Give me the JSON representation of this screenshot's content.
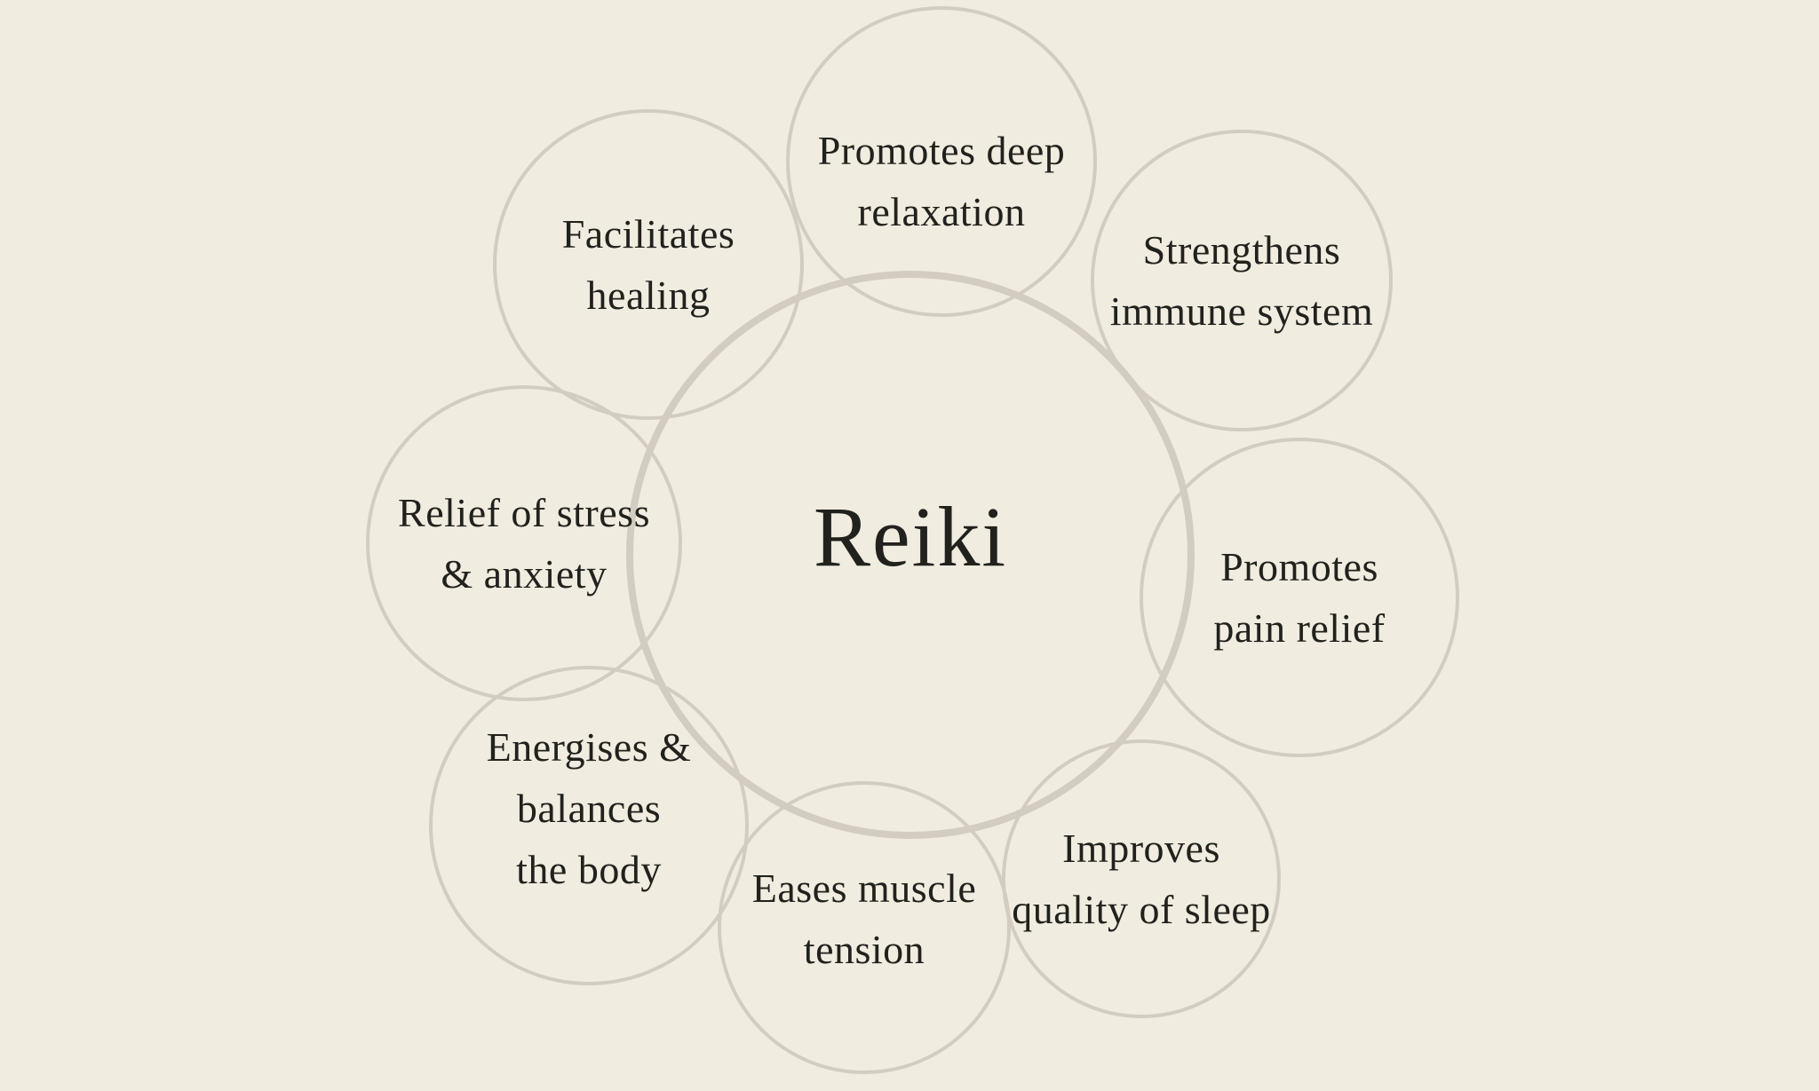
{
  "diagram": {
    "colors": {
      "background": "#f1ece0",
      "circle_stroke": "#d2cdc0",
      "text": "#21211d"
    },
    "center": {
      "label": "Reiki"
    },
    "satellites": [
      {
        "id": "promotes-deep-relaxation",
        "label": "Promotes deep\nrelaxation"
      },
      {
        "id": "strengthens-immune-system",
        "label": "Strengthens\nimmune system"
      },
      {
        "id": "promotes-pain-relief",
        "label": "Promotes\npain relief"
      },
      {
        "id": "improves-quality-of-sleep",
        "label": "Improves\nquality of sleep"
      },
      {
        "id": "eases-muscle-tension",
        "label": "Eases muscle\ntension"
      },
      {
        "id": "energises-balances-the-body",
        "label": "Energises &\nbalances\nthe body"
      },
      {
        "id": "relief-of-stress-anxiety",
        "label": "Relief of stress\n& anxiety"
      },
      {
        "id": "facilitates-healing",
        "label": "Facilitates\nhealing"
      }
    ]
  }
}
